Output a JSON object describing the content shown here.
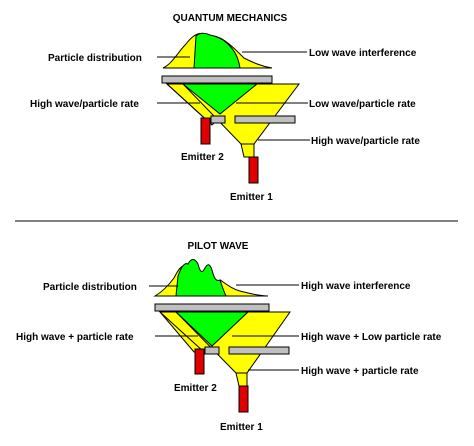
{
  "top": {
    "title": "QUANTUM MECHANICS",
    "labels": {
      "particle_distribution": "Particle distribution",
      "interference": "Low wave interference",
      "left_rate": "High wave/particle rate",
      "right_rate_upper": "Low wave/particle rate",
      "right_rate_lower": "High wave/particle rate",
      "emitter_2": "Emitter 2",
      "emitter_1": "Emitter 1"
    }
  },
  "bottom": {
    "title": "PILOT WAVE",
    "labels": {
      "particle_distribution": "Particle distribution",
      "interference": "High wave interference",
      "left_rate": "High wave + particle rate",
      "right_rate_upper": "High wave + Low particle rate",
      "right_rate_lower": "High wave + particle rate",
      "emitter_2": "Emitter 2",
      "emitter_1": "Emitter 1"
    }
  },
  "colors": {
    "wave": "#ffff00",
    "overlap": "#00ff00",
    "emitter": "#e00000",
    "screen": "#c0c0c0",
    "outline": "#000000"
  }
}
